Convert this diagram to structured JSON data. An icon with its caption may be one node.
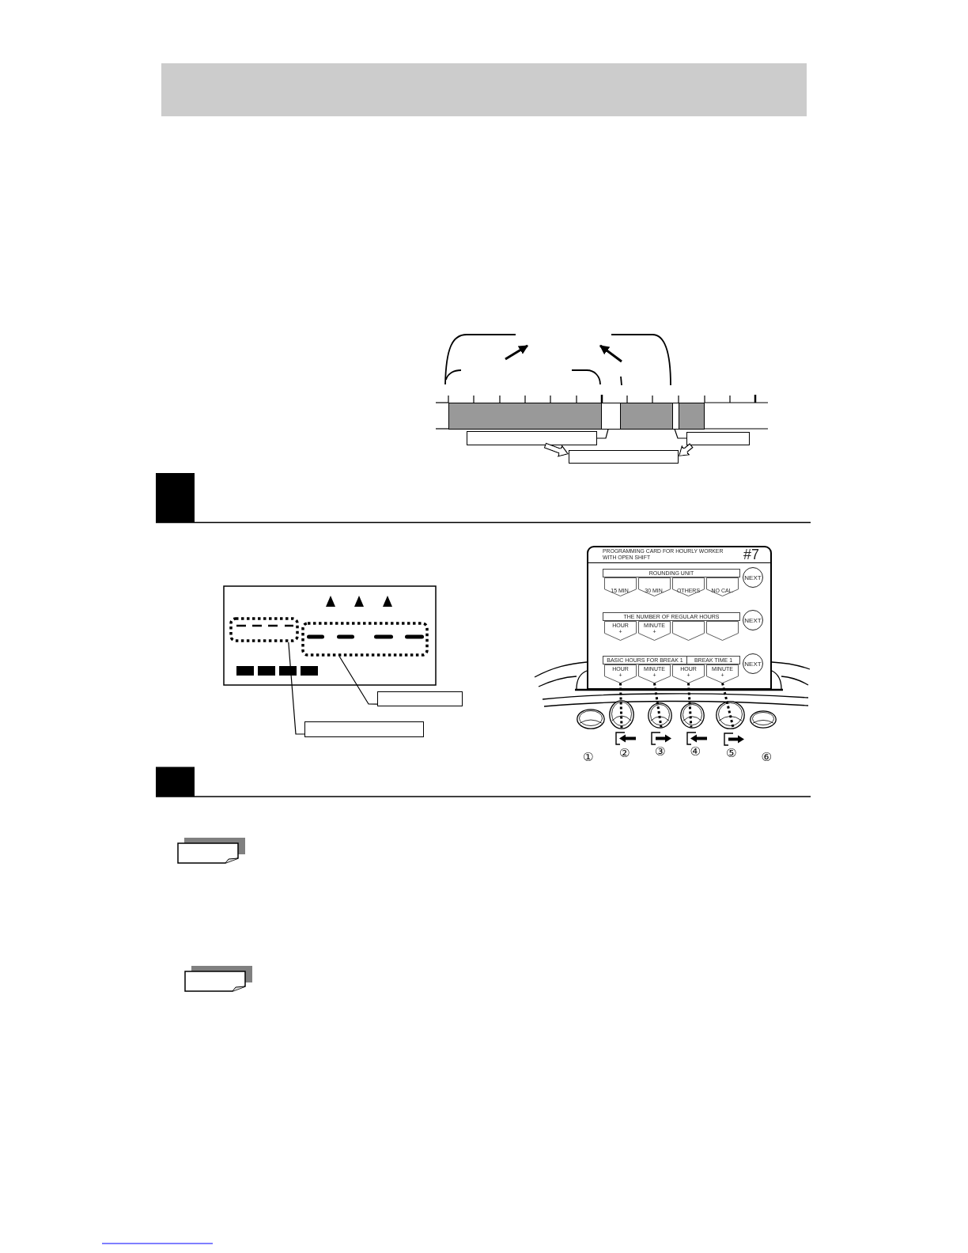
{
  "diagram": {
    "nodes": [
      {
        "text": [],
        "shape": "bar"
      },
      {
        "text": [],
        "shape": "bar"
      },
      {
        "text": [],
        "shape": "bar"
      },
      {
        "text": [],
        "shape": "bar"
      },
      {
        "text": [],
        "shape": "bar"
      },
      {
        "text": [],
        "shape": "box"
      },
      {
        "text": [],
        "shape": "box"
      },
      {
        "text": [],
        "shape": "box"
      },
      {
        "text": [],
        "shape": "box"
      },
      {
        "text": [],
        "shape": "box"
      },
      {
        "text": [],
        "shape": "box"
      },
      {
        "text": [],
        "shape": "box"
      },
      {
        "text": [
          "PROGRAMMING CARD FOR HOURLY WORKER WITH OPEN SHIFT",
          "#7"
        ]
      },
      {
        "text": [
          "ROUNDING UNIT"
        ],
        "in": 12
      },
      {
        "text": [
          "NEXT"
        ],
        "in": 12
      },
      {
        "text": [
          "15 MIN."
        ],
        "in": 12
      },
      {
        "text": [
          "30 MIN."
        ],
        "in": 12
      },
      {
        "text": [
          "OTHERS"
        ],
        "in": 12
      },
      {
        "text": [
          "NO CAL."
        ],
        "in": 12
      },
      {
        "text": [
          "THE NUMBER OF REGULAR HOURS"
        ],
        "in": 12
      },
      {
        "text": [
          "NEXT"
        ],
        "in": 12
      },
      {
        "text": [
          "HOUR +"
        ],
        "in": 12
      },
      {
        "text": [
          "MINUTE +"
        ],
        "in": 12
      },
      {
        "text": [],
        "shape": "pentagon",
        "in": 12
      },
      {
        "text": [],
        "shape": "pentagon",
        "in": 12
      },
      {
        "text": [
          "BASIC HOURS FOR BREAK 1"
        ],
        "in": 12
      },
      {
        "text": [
          "BREAK TIME 1"
        ],
        "in": 12
      },
      {
        "text": [
          "NEXT"
        ],
        "in": 12
      },
      {
        "text": [
          "HOUR +"
        ],
        "in": 12
      },
      {
        "text": [
          "MINUTE +"
        ],
        "in": 12
      },
      {
        "text": [
          "HOUR +"
        ],
        "in": 12
      },
      {
        "text": [
          "MINUTE +"
        ],
        "in": 12
      },
      {
        "text": [],
        "shape": "circle",
        "beside": [
          "①"
        ]
      },
      {
        "text": [],
        "shape": "circle",
        "beside": [
          "②"
        ]
      },
      {
        "text": [],
        "shape": "circle",
        "beside": [
          "③"
        ]
      },
      {
        "text": [],
        "shape": "circle",
        "beside": [
          "④"
        ]
      },
      {
        "text": [],
        "shape": "circle",
        "beside": [
          "⑤"
        ]
      },
      {
        "text": [],
        "shape": "circle",
        "beside": [
          "⑥"
        ]
      }
    ],
    "edges": [
      {
        "from": 5,
        "to": 1,
        "arrow": "none"
      },
      {
        "from": 6,
        "to": 3,
        "arrow": "none"
      },
      {
        "from": 5,
        "to": 7,
        "arrow": "to",
        "style": "thick"
      },
      {
        "from": 6,
        "to": 7,
        "arrow": "to",
        "style": "thick"
      },
      {
        "from": 10,
        "to": 9,
        "arrow": "none"
      },
      {
        "from": 11,
        "to": 8,
        "arrow": "none"
      },
      {
        "from": 28,
        "to": 33,
        "arrow": "none",
        "style": "dashed"
      },
      {
        "from": 29,
        "to": 34,
        "arrow": "none",
        "style": "dashed"
      },
      {
        "from": 30,
        "to": 35,
        "arrow": "none",
        "style": "dashed"
      },
      {
        "from": 31,
        "to": 36,
        "arrow": "none",
        "style": "dashed"
      }
    ]
  }
}
